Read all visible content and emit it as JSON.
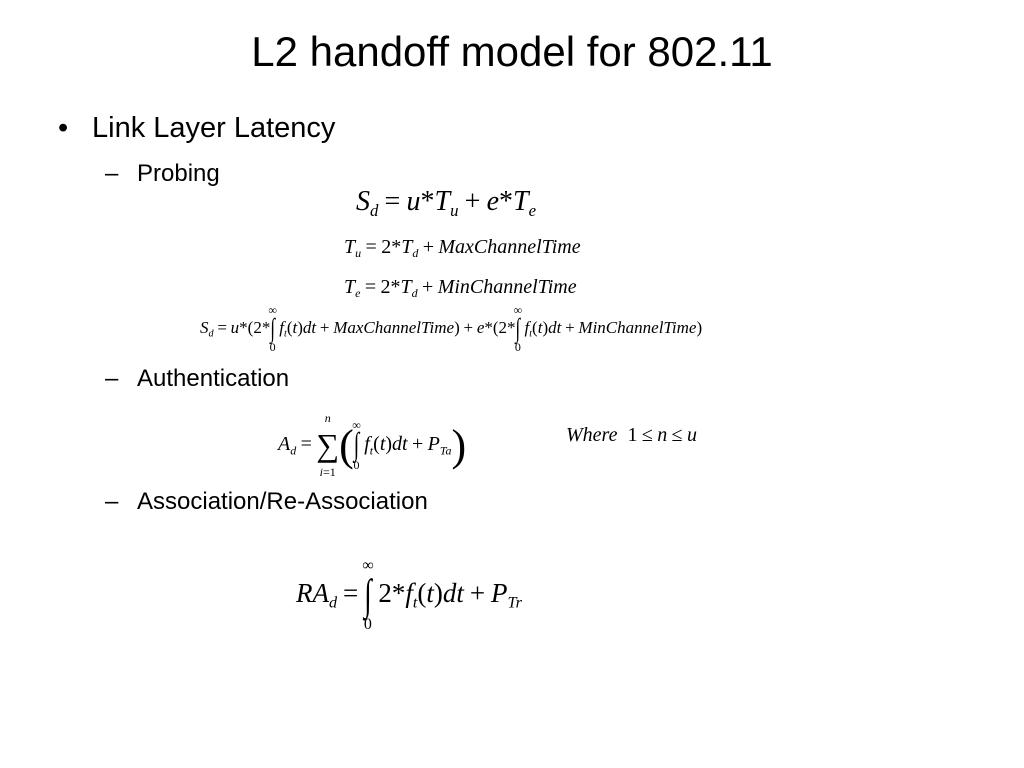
{
  "title": "L2 handoff model for 802.11",
  "bullet": "Link Layer Latency",
  "subs": {
    "probing": "Probing",
    "authentication": "Authentication",
    "association": "Association/Re-Association"
  },
  "equations": {
    "sd": "S_d = u*T_u + e*T_e",
    "tu": "T_u = 2*T_d + MaxChannelTime",
    "te": "T_e = 2*T_d + MinChannelTime",
    "sd_full": "S_d = u*(2* ∫_0^∞ f_t(t)dt + MaxChannelTime) + e*(2* ∫_0^∞ f_t(t)dt + MinChannelTime)",
    "ad": "A_d = Σ_{i=1}^{n} ( ∫_0^∞ f_t(t)dt + P_Ta )",
    "ad_where": "Where 1 ≤ n ≤ u",
    "rad": "RA_d = ∫_0^∞ 2* f_t(t)dt + P_Tr"
  }
}
